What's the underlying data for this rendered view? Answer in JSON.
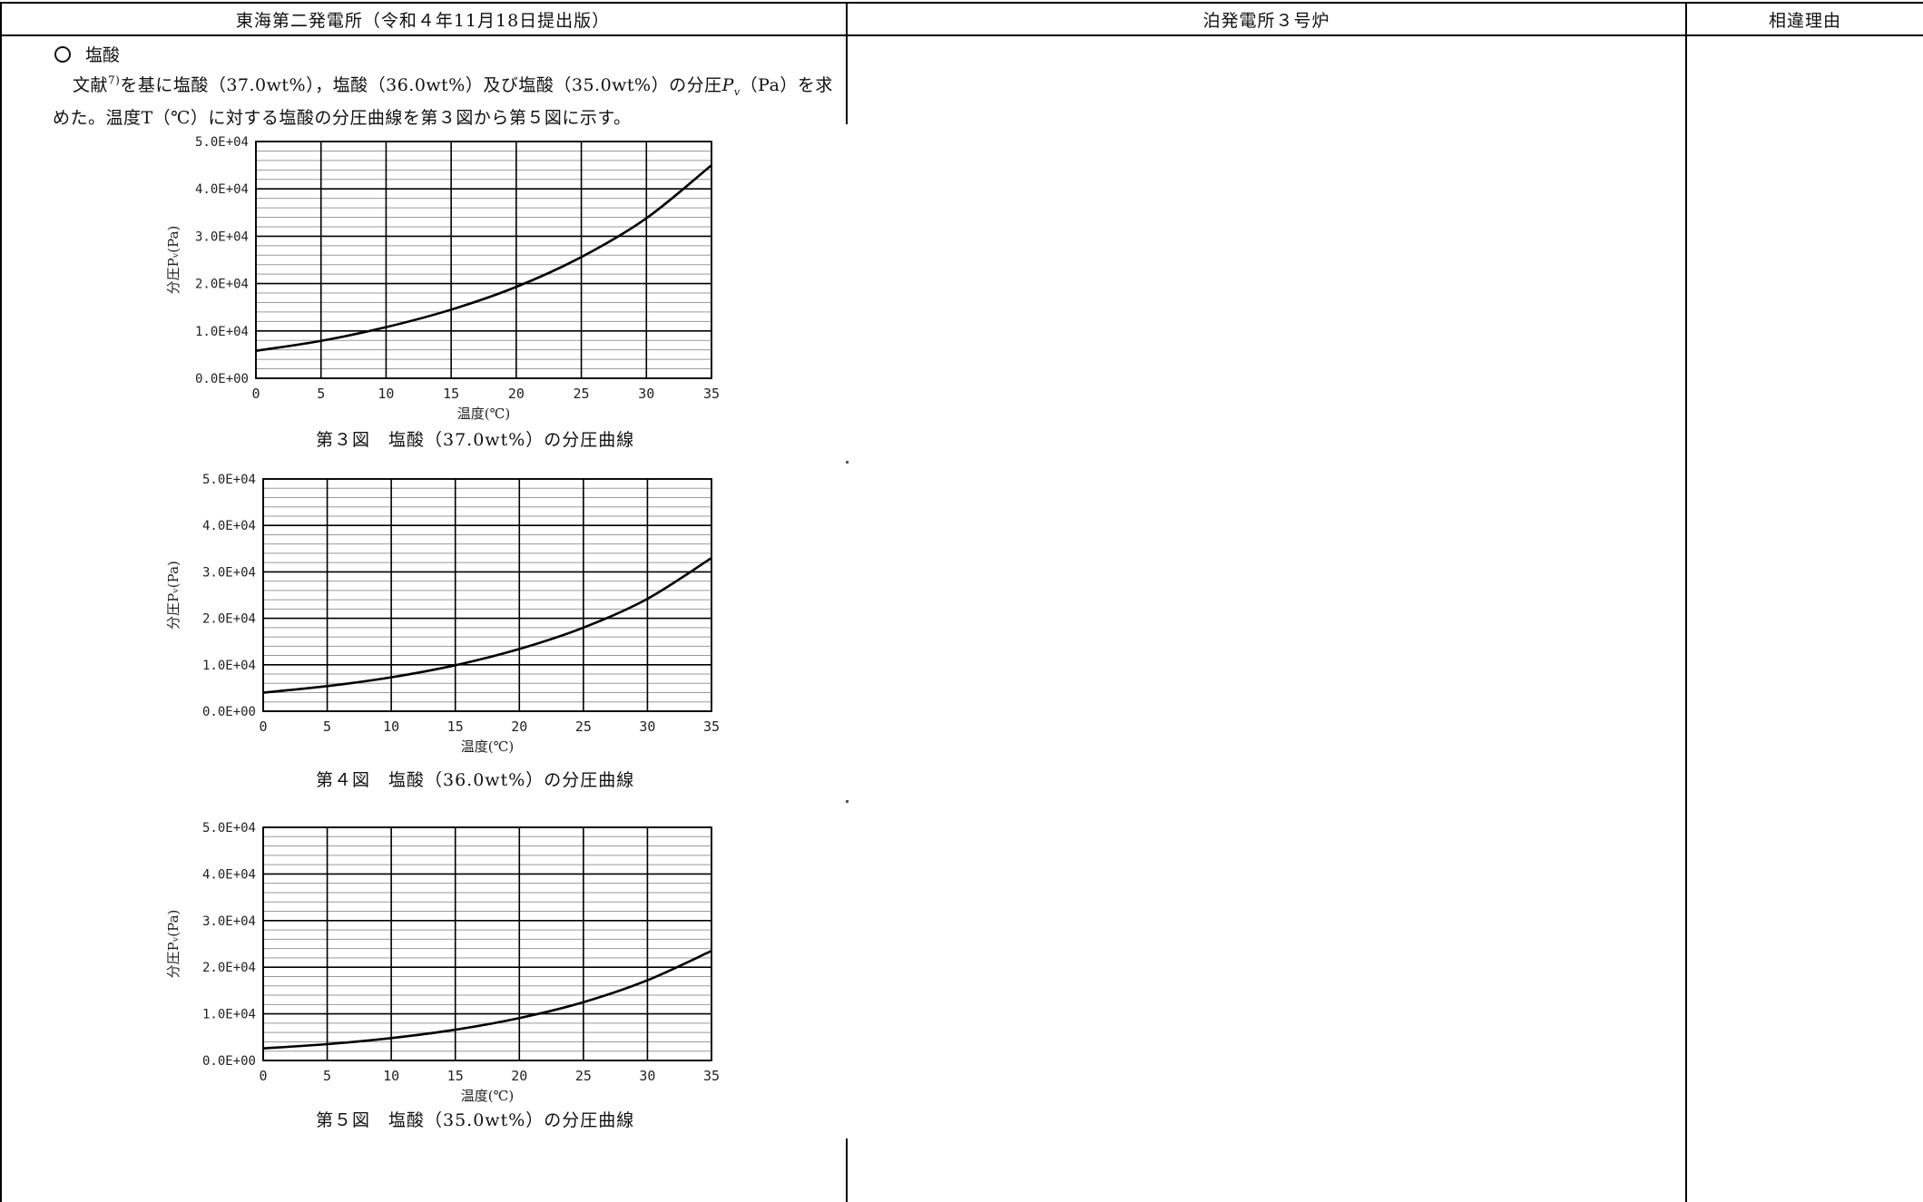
{
  "header": {
    "col1": "東海第二発電所（令和４年11月18日提出版）",
    "col2": "泊発電所３号炉",
    "col3": "相違理由"
  },
  "body": {
    "bullet_title": "塩酸",
    "line1_a": "文献",
    "line1_sup": "7)",
    "line1_b": "を基に塩酸（37.0wt%），塩酸（36.0wt%）及び塩酸（35.0wt%）の分圧",
    "line1_var": "P",
    "line1_sub": "v",
    "line1_c": "（Pa）を求",
    "line2": "めた。温度T（℃）に対する塩酸の分圧曲線を第３図から第５図に示す。"
  },
  "chart_data": [
    {
      "type": "line",
      "caption": "第３図　塩酸（37.0wt%）の分圧曲線",
      "xlabel": "温度(℃)",
      "ylabel": "分圧Pᵥ(Pa)",
      "xlim": [
        0,
        35
      ],
      "ylim": [
        0,
        50000
      ],
      "xticks": [
        0,
        5,
        10,
        15,
        20,
        25,
        30,
        35
      ],
      "yticks": [
        "0.0E+00",
        "1.0E+04",
        "2.0E+04",
        "3.0E+04",
        "4.0E+04",
        "5.0E+04"
      ],
      "grid": true,
      "series": [
        {
          "x": [
            0,
            5,
            10,
            15,
            20,
            25,
            30,
            35
          ],
          "y": [
            5800,
            7900,
            10800,
            14500,
            19300,
            25600,
            33800,
            45000
          ]
        }
      ]
    },
    {
      "type": "line",
      "caption": "第４図　塩酸（36.0wt%）の分圧曲線",
      "xlabel": "温度(℃)",
      "ylabel": "分圧Pᵥ(Pa)",
      "xlim": [
        0,
        35
      ],
      "ylim": [
        0,
        50000
      ],
      "xticks": [
        0,
        5,
        10,
        15,
        20,
        25,
        30,
        35
      ],
      "yticks": [
        "0.0E+00",
        "1.0E+04",
        "2.0E+04",
        "3.0E+04",
        "4.0E+04",
        "5.0E+04"
      ],
      "grid": true,
      "series": [
        {
          "x": [
            0,
            5,
            10,
            15,
            20,
            25,
            30,
            35
          ],
          "y": [
            4000,
            5400,
            7300,
            9900,
            13400,
            18000,
            24200,
            33000
          ]
        }
      ]
    },
    {
      "type": "line",
      "caption": "第５図　塩酸（35.0wt%）の分圧曲線",
      "xlabel": "温度(℃)",
      "ylabel": "分圧Pᵥ(Pa)",
      "xlim": [
        0,
        35
      ],
      "ylim": [
        0,
        50000
      ],
      "xticks": [
        0,
        5,
        10,
        15,
        20,
        25,
        30,
        35
      ],
      "yticks": [
        "0.0E+00",
        "1.0E+04",
        "2.0E+04",
        "3.0E+04",
        "4.0E+04",
        "5.0E+04"
      ],
      "grid": true,
      "series": [
        {
          "x": [
            0,
            5,
            10,
            15,
            20,
            25,
            30,
            35
          ],
          "y": [
            2600,
            3500,
            4800,
            6600,
            9100,
            12500,
            17200,
            23500
          ]
        }
      ]
    }
  ]
}
